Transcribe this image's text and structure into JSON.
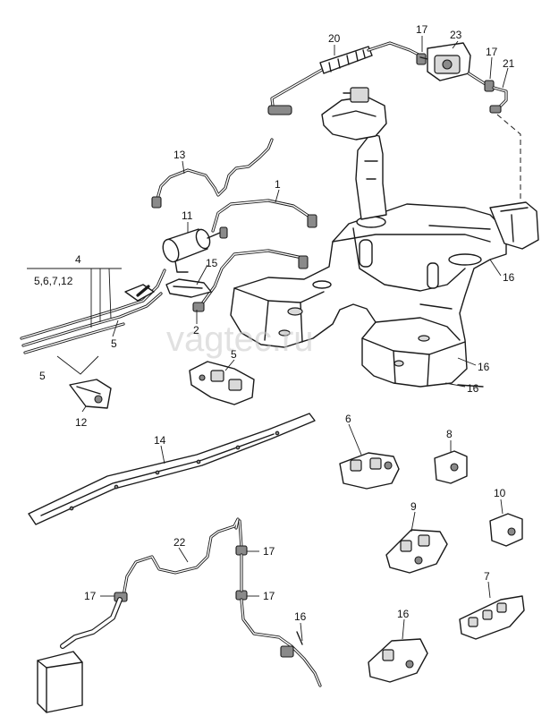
{
  "watermark": "vagtec.ru",
  "callouts": {
    "c1": "1",
    "c2": "2",
    "c4": "4",
    "c4sub": "5,6,7,12",
    "c5a": "5",
    "c5b": "5",
    "c5c": "5",
    "c6": "6",
    "c7": "7",
    "c8": "8",
    "c9": "9",
    "c10": "10",
    "c11": "11",
    "c12": "12",
    "c13": "13",
    "c14": "14",
    "c15": "15",
    "c16a": "16",
    "c16b": "16",
    "c16c": "16",
    "c16d": "16",
    "c16e": "16",
    "c17a": "17",
    "c17b": "17",
    "c17c": "17",
    "c17d": "17",
    "c17e": "17",
    "c20": "20",
    "c21": "21",
    "c22": "22",
    "c23": "23"
  },
  "colors": {
    "line": "#1a1a1a",
    "shade": "#d9d9d9",
    "watermark": "#c9c9c9"
  }
}
